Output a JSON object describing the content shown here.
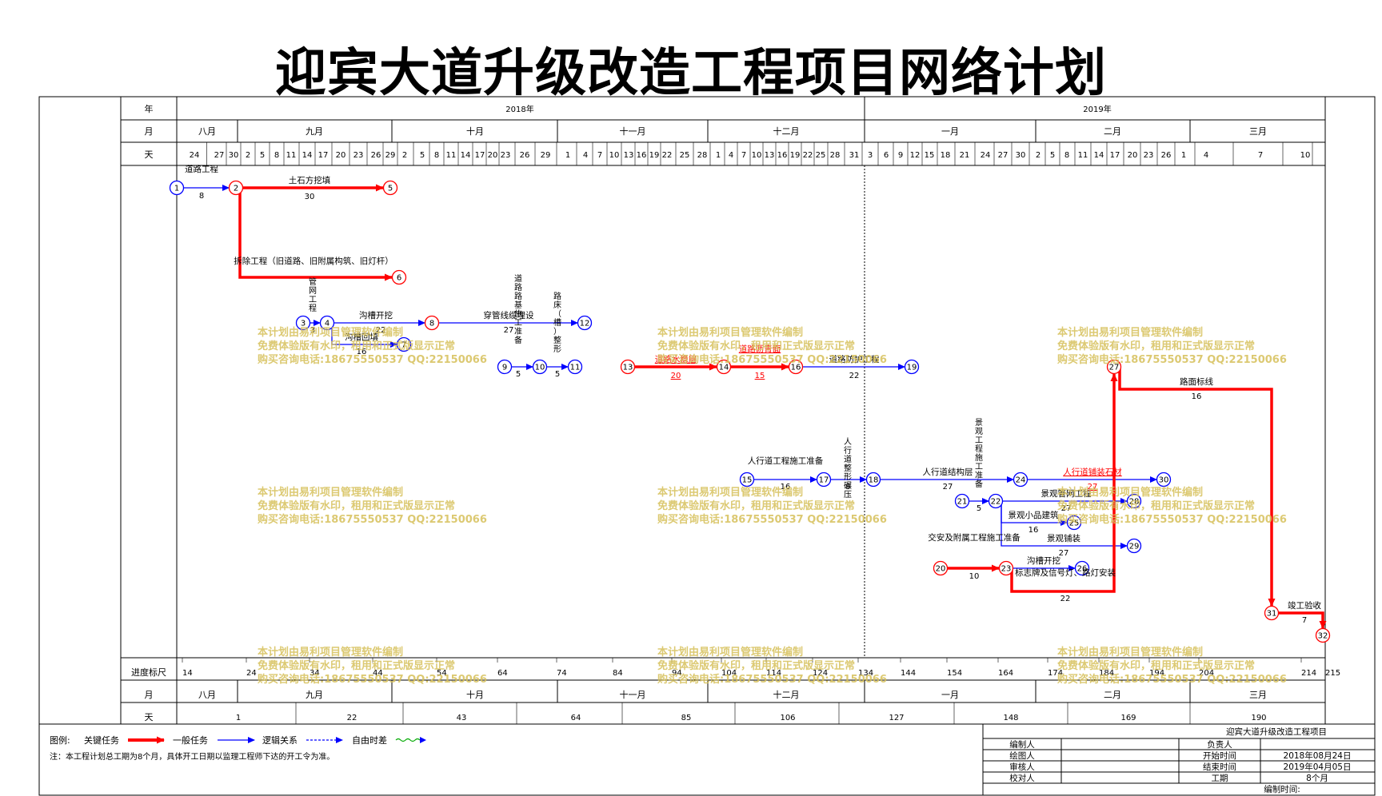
{
  "title": "迎宾大道升级改造工程项目网络计划",
  "header": {
    "row_labels": [
      "年",
      "月",
      "天"
    ],
    "years": [
      "2018年",
      "2019年"
    ],
    "months": [
      "八月",
      "九月",
      "十月",
      "十一月",
      "十二月",
      "一月",
      "二月",
      "三月"
    ],
    "days": [
      "24",
      "27",
      "30",
      "2",
      "5",
      "8",
      "11",
      "14",
      "17",
      "20",
      "23",
      "26",
      "29",
      "2",
      "5",
      "8",
      "11",
      "14",
      "17",
      "20",
      "23",
      "26",
      "29",
      "1",
      "4",
      "7",
      "10",
      "13",
      "16",
      "19",
      "22",
      "25",
      "28",
      "1",
      "4",
      "7",
      "10",
      "13",
      "16",
      "19",
      "22",
      "25",
      "28",
      "31",
      "3",
      "6",
      "9",
      "12",
      "15",
      "18",
      "21",
      "24",
      "27",
      "30",
      "2",
      "5",
      "8",
      "11",
      "14",
      "17",
      "20",
      "23",
      "26",
      "1",
      "4",
      "7",
      "10"
    ]
  },
  "progress": {
    "label": "进度标尺",
    "ticks": [
      "14",
      "24",
      "34",
      "44",
      "54",
      "64",
      "74",
      "84",
      "94",
      "104",
      "114",
      "124",
      "134",
      "144",
      "154",
      "164",
      "174",
      "184",
      "194",
      "204",
      "214",
      "215"
    ]
  },
  "bottom": {
    "row_labels": [
      "月",
      "天"
    ],
    "months": [
      "八月",
      "九月",
      "十月",
      "十一月",
      "十二月",
      "一月",
      "二月",
      "三月"
    ],
    "days": [
      "1",
      "22",
      "43",
      "64",
      "85",
      "106",
      "127",
      "148",
      "169",
      "190"
    ]
  },
  "nodes": [
    {
      "id": "1"
    },
    {
      "id": "2"
    },
    {
      "id": "3"
    },
    {
      "id": "4"
    },
    {
      "id": "5"
    },
    {
      "id": "6"
    },
    {
      "id": "7"
    },
    {
      "id": "8"
    },
    {
      "id": "9"
    },
    {
      "id": "10"
    },
    {
      "id": "11"
    },
    {
      "id": "12"
    },
    {
      "id": "13"
    },
    {
      "id": "14"
    },
    {
      "id": "15"
    },
    {
      "id": "16"
    },
    {
      "id": "17"
    },
    {
      "id": "18"
    },
    {
      "id": "19"
    },
    {
      "id": "20"
    },
    {
      "id": "21"
    },
    {
      "id": "22"
    },
    {
      "id": "23"
    },
    {
      "id": "24"
    },
    {
      "id": "25"
    },
    {
      "id": "26"
    },
    {
      "id": "27"
    },
    {
      "id": "28"
    },
    {
      "id": "29"
    },
    {
      "id": "30"
    },
    {
      "id": "31"
    },
    {
      "id": "32"
    }
  ],
  "tasks": [
    {
      "from": "1",
      "to": "2",
      "name": "道路工程",
      "duration": "8"
    },
    {
      "from": "2",
      "to": "5",
      "name": "土石方挖填",
      "duration": "30"
    },
    {
      "from": "2",
      "to": "6",
      "name": "拆除工程（旧道路、旧附属构筑、旧灯杆）",
      "duration": ""
    },
    {
      "from": "3",
      "to": "4",
      "name": "管网工程",
      "duration": "3"
    },
    {
      "from": "4",
      "to": "8",
      "name": "沟槽开挖",
      "duration": "22"
    },
    {
      "from": "4",
      "to": "7",
      "name": "沟槽回填",
      "duration": "16"
    },
    {
      "from": "8",
      "to": "12",
      "name": "穿管线缆埋设",
      "duration": "27"
    },
    {
      "from": "9",
      "to": "10",
      "name": "道路路基施工准备",
      "duration": "5"
    },
    {
      "from": "10",
      "to": "11",
      "name": "路床（槽）整形",
      "duration": "5"
    },
    {
      "from": "13",
      "to": "14",
      "name": "道路水稳层",
      "duration": "20"
    },
    {
      "from": "14",
      "to": "16",
      "name": "道路沥青面",
      "duration": "15"
    },
    {
      "from": "16",
      "to": "19",
      "name": "道路防护工程",
      "duration": "22"
    },
    {
      "from": "15",
      "to": "17",
      "name": "人行道工程施工准备",
      "duration": "16"
    },
    {
      "from": "17",
      "to": "18",
      "name": "人行道整形碾压",
      "duration": "8"
    },
    {
      "from": "18",
      "to": "24",
      "name": "人行道结构层",
      "duration": "27"
    },
    {
      "from": "21",
      "to": "22",
      "name": "景观工程施工准备",
      "duration": "5"
    },
    {
      "from": "24",
      "to": "30",
      "name": "人行道铺装石材",
      "duration": "27"
    },
    {
      "from": "22",
      "to": "28",
      "name": "景观管网工程",
      "duration": "27"
    },
    {
      "from": "22",
      "to": "25",
      "name": "景观小品建筑",
      "duration": "16"
    },
    {
      "from": "22",
      "to": "29",
      "name": "景观铺装",
      "duration": "27"
    },
    {
      "from": "20",
      "to": "23",
      "name": "交安及附属工程施工准备",
      "duration": "10"
    },
    {
      "from": "23",
      "to": "26",
      "name": "沟槽开挖",
      "duration": ""
    },
    {
      "from": "23",
      "to": "27",
      "name": "标志牌及信号灯、路灯安装",
      "duration": "22"
    },
    {
      "from": "27",
      "to": "31",
      "name": "路面标线",
      "duration": "16"
    },
    {
      "from": "31",
      "to": "32",
      "name": "竣工验收",
      "duration": "7"
    }
  ],
  "watermark": {
    "line1": "本计划由易利项目管理软件编制",
    "line2": "免费体验版有水印，租用和正式版显示正常",
    "line3": "购买咨询电话:18675550537 QQ:22150066"
  },
  "legend": {
    "label": "图例:",
    "items": [
      "关键任务",
      "一般任务",
      "逻辑关系",
      "自由时差"
    ],
    "note": "注：本工程计划总工期为8个月，具体开工日期以监理工程师下达的开工令为准。"
  },
  "info": {
    "project": "迎宾大道升级改造工程项目",
    "left_labels": [
      "编制人",
      "绘图人",
      "审核人",
      "校对人"
    ],
    "right_labels": [
      "负责人",
      "开始时间",
      "结束时间",
      "工期"
    ],
    "right_values": [
      "",
      "2018年08月24日",
      "2019年04月05日",
      "8个月"
    ],
    "footer": "编制时间:"
  },
  "colors": {
    "critical": "#ff0000",
    "normal": "#0000ff",
    "watermark": "#d6c05a"
  }
}
